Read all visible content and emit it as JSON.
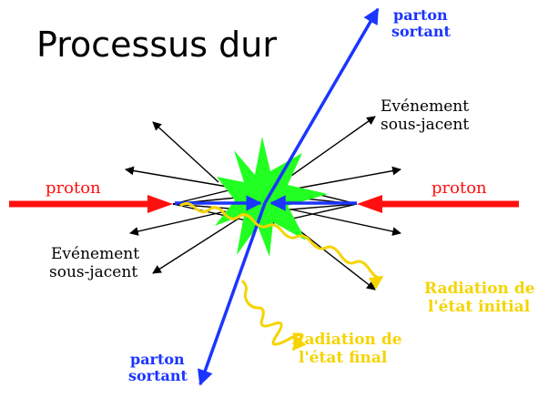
{
  "title": "Processus dur",
  "labels": {
    "proton_left": "proton",
    "proton_right": "proton",
    "ue_top_line1": "Evénement",
    "ue_top_line2": "sous-jacent",
    "ue_bottom_line1": "Evénement",
    "ue_bottom_line2": "sous-jacent",
    "parton_top_line1": "parton",
    "parton_top_line2": "sortant",
    "parton_bottom_line1": "parton",
    "parton_bottom_line2": "sortant",
    "isr_line1": "Radiation de",
    "isr_line2": "l'état initial",
    "fsr_line1": "Radiation de",
    "fsr_line2": "l'état final"
  },
  "colors": {
    "proton": "#ff1010",
    "parton": "#1a35ff",
    "radiation": "#f5d400",
    "hard_scatter": "#22ff22",
    "underlying_event": "#000000"
  }
}
